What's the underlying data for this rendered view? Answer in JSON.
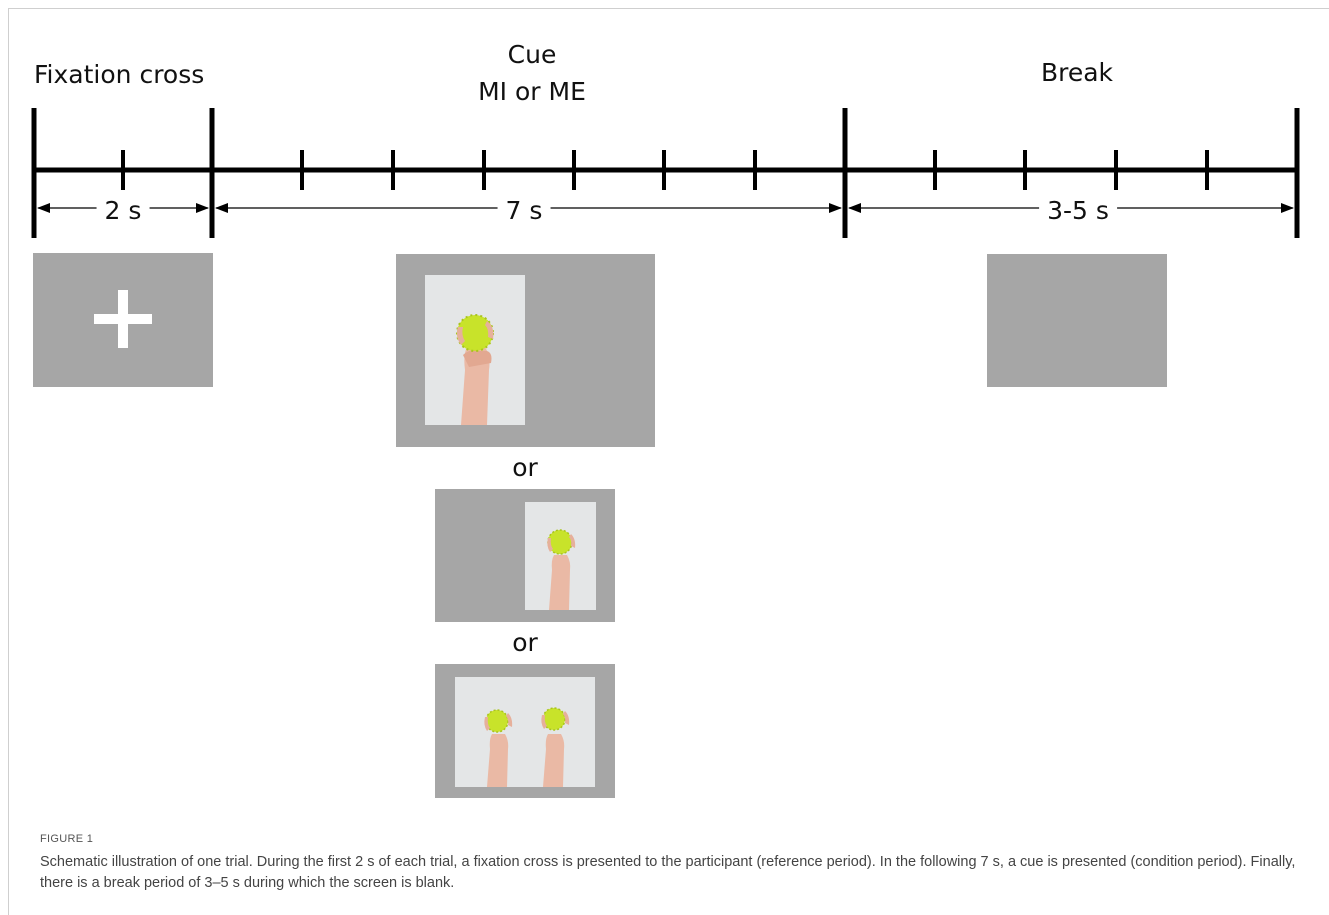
{
  "labels": {
    "fixation": "Fixation cross",
    "cue_title": "Cue",
    "cue_subtitle": "MI or ME",
    "break": "Break"
  },
  "durations": {
    "fixation": "2 s",
    "cue": "7 s",
    "break": "3-5 s"
  },
  "or_labels": [
    "or",
    "or"
  ],
  "caption": {
    "label": "FIGURE 1",
    "text": "Schematic illustration of one trial. During the first 2 s of each trial, a fixation cross is presented to the participant (reference period). In the following 7 s, a cue is presented (condition period). Finally, there is a break period of 3–5 s during which the screen is blank."
  },
  "colors": {
    "screen": "#a6a6a6",
    "cross": "#ffffff",
    "ball": "#c8e32a",
    "photo_bg": "#e4e6e7",
    "skin": "#e8b8a4"
  }
}
